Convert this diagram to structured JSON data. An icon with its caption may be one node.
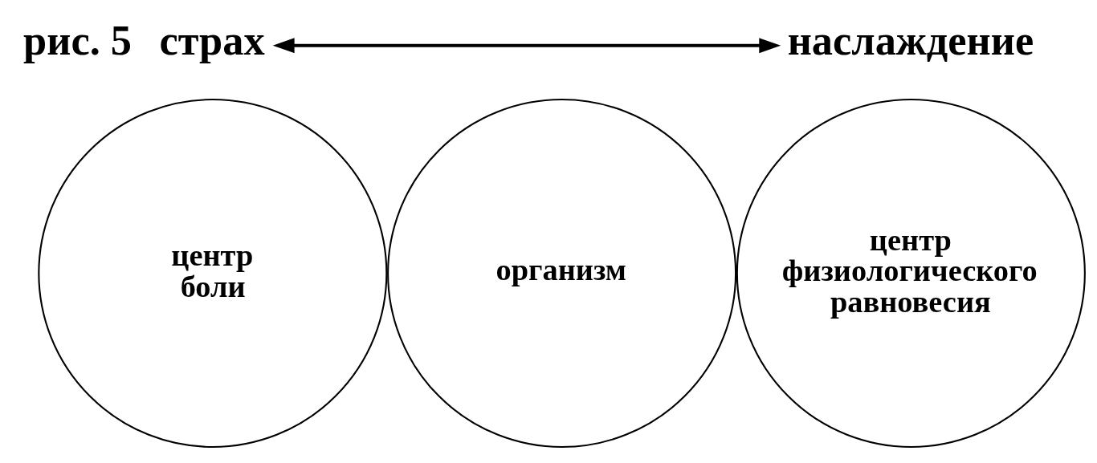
{
  "diagram": {
    "nodes": [
      {
        "text": [
          "страх"
        ]
      },
      {
        "text": [
          "наслаждение"
        ]
      },
      {
        "text": [
          "центр боли"
        ]
      },
      {
        "text": [
          "организм"
        ]
      },
      {
        "text": [
          "центр физиологического равновесия"
        ]
      }
    ],
    "edges": [
      {
        "from": 0,
        "to": 1,
        "arrow": "both"
      }
    ],
    "labels": [
      "рис. 5"
    ]
  }
}
